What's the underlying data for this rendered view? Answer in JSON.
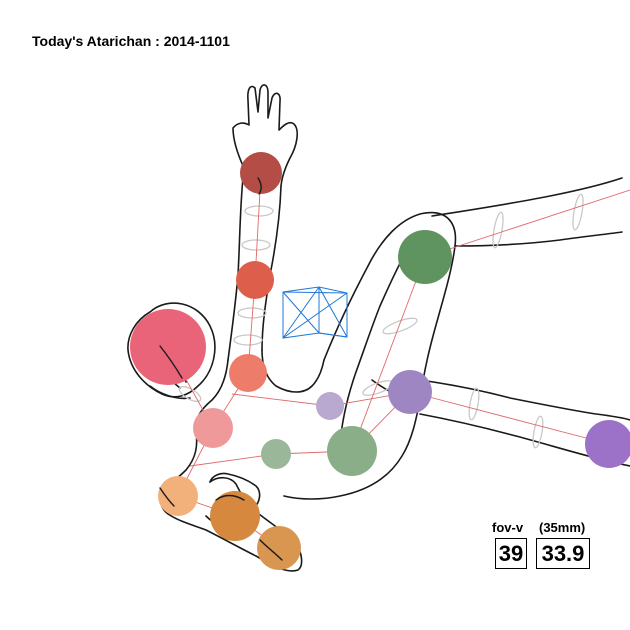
{
  "title": "Today's Atarichan : 2014-1101",
  "camera": {
    "fov_label": "fov-v",
    "fov_value": "39",
    "lens_label": "(35mm)",
    "lens_value": "33.9"
  },
  "colors": {
    "outline": "#1a1a1a",
    "bone_line": "#e06a6a",
    "ring": "#c8c8c8",
    "gizmo": "#1e78d7",
    "joint_head": "#ea6479",
    "joint_hand_r": "#b34d45",
    "joint_forearm_r": "#dc5e4b",
    "joint_elbow_r": "#ee7c6a",
    "joint_shoulder_r": "#f0999a",
    "joint_knee_r": "#5f9460",
    "joint_hip_r": "#8aae88",
    "joint_neck": "#9bb79a",
    "joint_chest": "#b9a8cf",
    "joint_knee_l": "#9d86c2",
    "joint_foot_l": "#9b72c8",
    "joint_upperarm_l": "#f2b07a",
    "joint_elbow_l": "#d6883e",
    "joint_hand_l": "#d89650"
  }
}
